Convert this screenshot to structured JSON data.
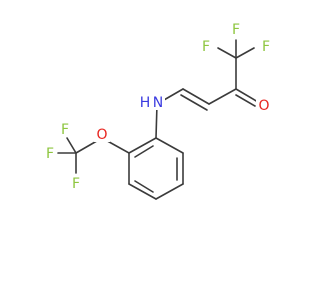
{
  "colors": {
    "carbon_bond": "#3b3b3b",
    "fluorine": "#8ec63f",
    "oxygen": "#e8251f",
    "nitrogen": "#3a3ae0",
    "hydrogen_on_nitrogen": "#3a3ae0"
  },
  "atoms": {
    "f_top": "F",
    "f_top_left": "F",
    "f_right": "F",
    "o_ketone": "O",
    "nh": "H",
    "n": "N",
    "o_ether": "O",
    "f_cf3_left": "F",
    "f_cf3_top": "F",
    "f_cf3_bottom": "F"
  }
}
